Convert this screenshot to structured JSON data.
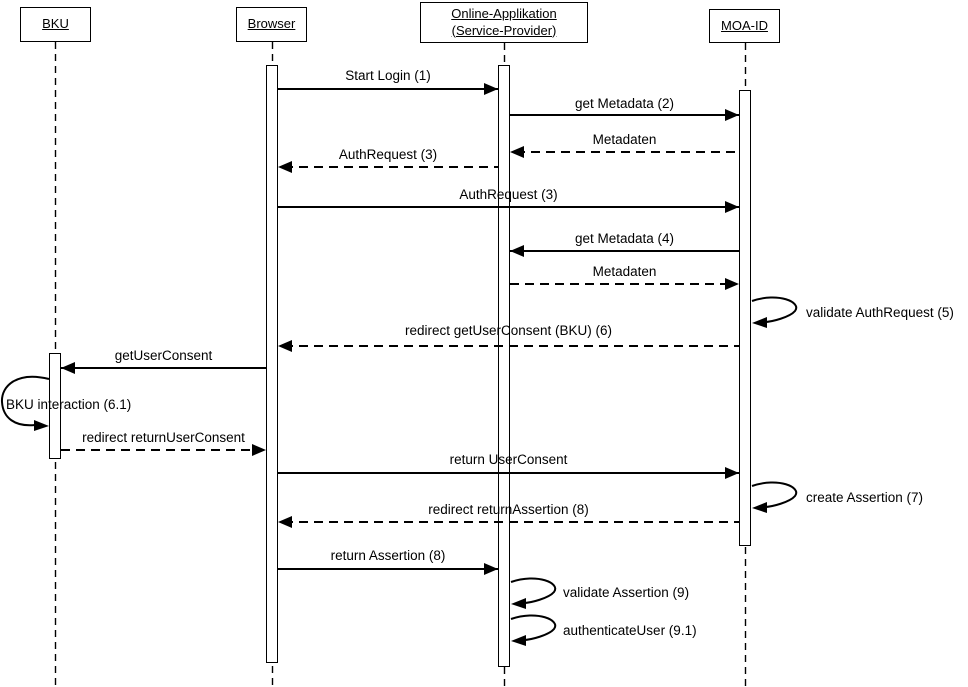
{
  "diagram_type": "uml-sequence",
  "colors": {
    "ink": "#000000",
    "background": "#ffffff"
  },
  "actors": [
    {
      "id": "bku",
      "label": "BKU"
    },
    {
      "id": "browser",
      "label": "Browser"
    },
    {
      "id": "service-provider",
      "label": "Online-Applikation (Service-Provider)"
    },
    {
      "id": "moa-id",
      "label": "MOA-ID"
    }
  ],
  "messages": [
    {
      "label": "Start Login (1)",
      "from": "browser",
      "to": "service-provider",
      "style": "solid"
    },
    {
      "label": "get Metadata (2)",
      "from": "service-provider",
      "to": "moa-id",
      "style": "solid"
    },
    {
      "label": "Metadaten",
      "from": "moa-id",
      "to": "service-provider",
      "style": "dashed"
    },
    {
      "label": "AuthRequest (3)",
      "from": "service-provider",
      "to": "browser",
      "style": "dashed"
    },
    {
      "label": "AuthRequest (3)",
      "from": "browser",
      "to": "moa-id",
      "style": "solid"
    },
    {
      "label": "get Metadata (4)",
      "from": "moa-id",
      "to": "service-provider",
      "style": "solid"
    },
    {
      "label": "Metadaten",
      "from": "service-provider",
      "to": "moa-id",
      "style": "dashed"
    },
    {
      "label": "validate AuthRequest (5)",
      "from": "moa-id",
      "to": "moa-id",
      "style": "self"
    },
    {
      "label": "redirect getUserConsent (BKU) (6)",
      "from": "moa-id",
      "to": "browser",
      "style": "dashed"
    },
    {
      "label": "getUserConsent",
      "from": "browser",
      "to": "bku",
      "style": "solid"
    },
    {
      "label": "BKU interaction (6.1)",
      "from": "bku",
      "to": "bku",
      "style": "self"
    },
    {
      "label": "redirect returnUserConsent",
      "from": "bku",
      "to": "browser",
      "style": "dashed"
    },
    {
      "label": "return UserConsent",
      "from": "browser",
      "to": "moa-id",
      "style": "solid"
    },
    {
      "label": "create Assertion (7)",
      "from": "moa-id",
      "to": "moa-id",
      "style": "self"
    },
    {
      "label": "redirect returnAssertion (8)",
      "from": "moa-id",
      "to": "browser",
      "style": "dashed"
    },
    {
      "label": "return Assertion (8)",
      "from": "browser",
      "to": "service-provider",
      "style": "solid"
    },
    {
      "label": "validate Assertion (9)",
      "from": "service-provider",
      "to": "service-provider",
      "style": "self"
    },
    {
      "label": "authenticateUser (9.1)",
      "from": "service-provider",
      "to": "service-provider",
      "style": "self"
    }
  ]
}
